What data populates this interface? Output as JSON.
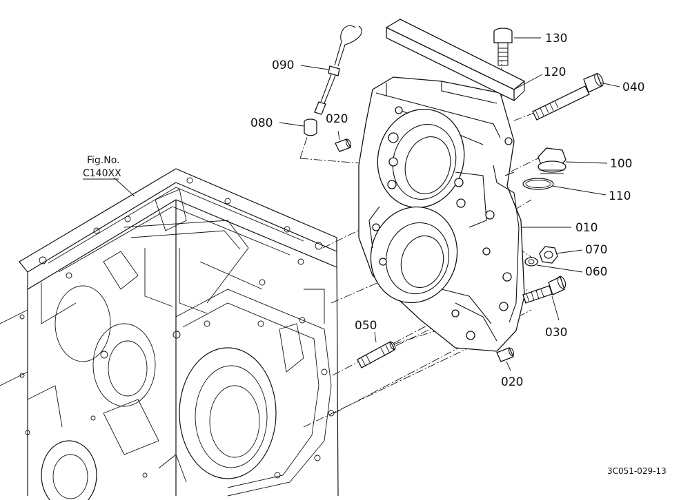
{
  "diagram": {
    "figure_ref": {
      "line1": "Fig.No.",
      "line2": "C140XX"
    },
    "drawing_code": "3C051-029-13",
    "callouts": {
      "p130": "130",
      "p120": "120",
      "p040": "040",
      "p090": "090",
      "p080": "080",
      "p020a": "020",
      "p100": "100",
      "p110": "110",
      "p010": "010",
      "p070": "070",
      "p060": "060",
      "p030": "030",
      "p050": "050",
      "p020b": "020"
    }
  }
}
